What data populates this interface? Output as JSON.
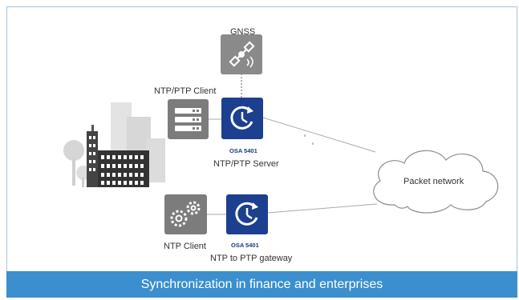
{
  "diagram": {
    "gnss_label": "GNSS",
    "ntp_ptp_client_label": "NTP/PTP Client",
    "server_model": "OSA 5401",
    "server_label": "NTP/PTP Server",
    "packet_network_label": "Packet network",
    "ntp_client_label": "NTP Client",
    "gateway_model": "OSA 5401",
    "gateway_label": "NTP to PTP gateway",
    "caption": "Synchronization in finance and enterprises"
  },
  "icons": {
    "gnss": "satellite-icon",
    "ntp_ptp_client": "server-rack-icon",
    "ntp_ptp_server": "clock-sync-icon",
    "ntp_client": "gears-icon",
    "gateway": "clock-sync-icon",
    "network": "cloud-icon",
    "city": "office-buildings-icon"
  },
  "colors": {
    "caption_bar": "#3b8fcf",
    "osa_tile": "#1c3f8f",
    "grey_tile": "#8a8a8a",
    "frame_border": "#9cc7e3"
  }
}
